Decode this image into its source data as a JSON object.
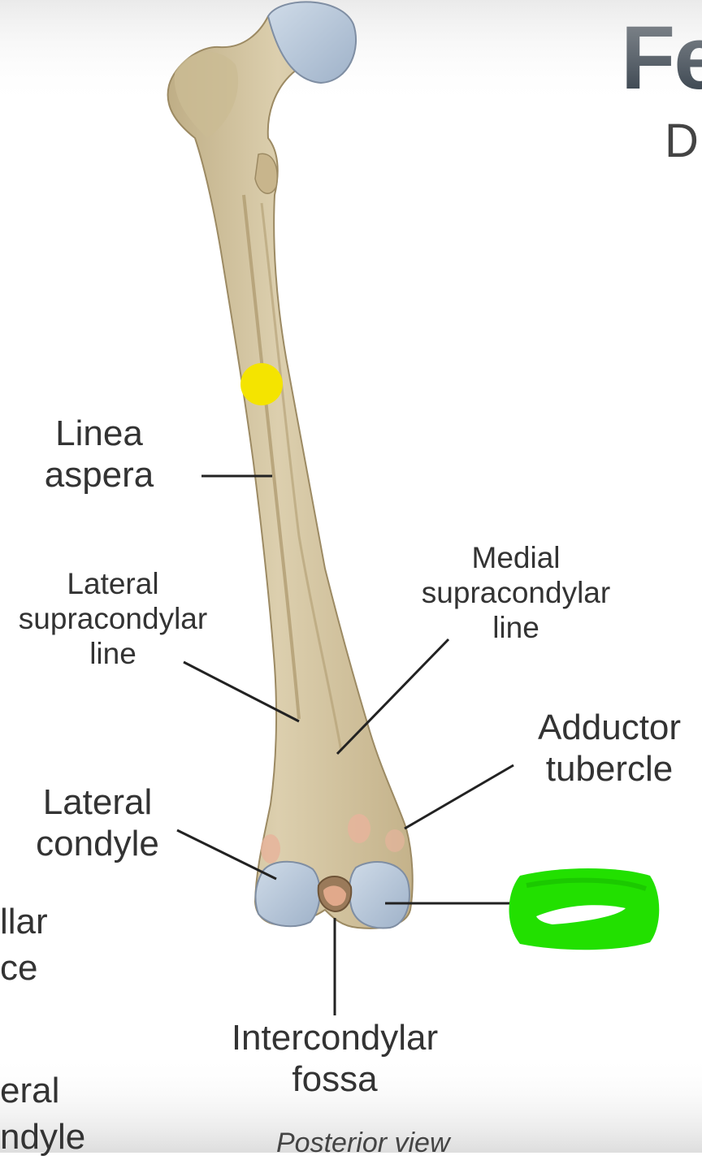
{
  "title": "Fe",
  "subtitle": "D",
  "caption": "Posterior view",
  "colors": {
    "bone": "#d6c7a3",
    "bone_shadow": "#b9a77f",
    "cartilage": "#b7c6d8",
    "highlight_yellow": "#f4e400",
    "scribble_green": "#22e000",
    "leader_line": "#222222"
  },
  "labels": {
    "linea_aspera": [
      "Linea",
      "aspera"
    ],
    "lateral_supracondylar_line": [
      "Lateral",
      "supracondylar",
      "line"
    ],
    "medial_supracondylar_line": [
      "Medial",
      "supracondylar",
      "line"
    ],
    "adductor_tubercle": [
      "Adductor",
      "tubercle"
    ],
    "lateral_condyle": [
      "Lateral",
      "condyle"
    ],
    "intercondylar_fossa": [
      "Intercondylar",
      "fossa"
    ]
  },
  "cut_off_text": {
    "left_mid": [
      "llar",
      "ce"
    ],
    "left_bottom": [
      "eral",
      "ndyle"
    ]
  }
}
